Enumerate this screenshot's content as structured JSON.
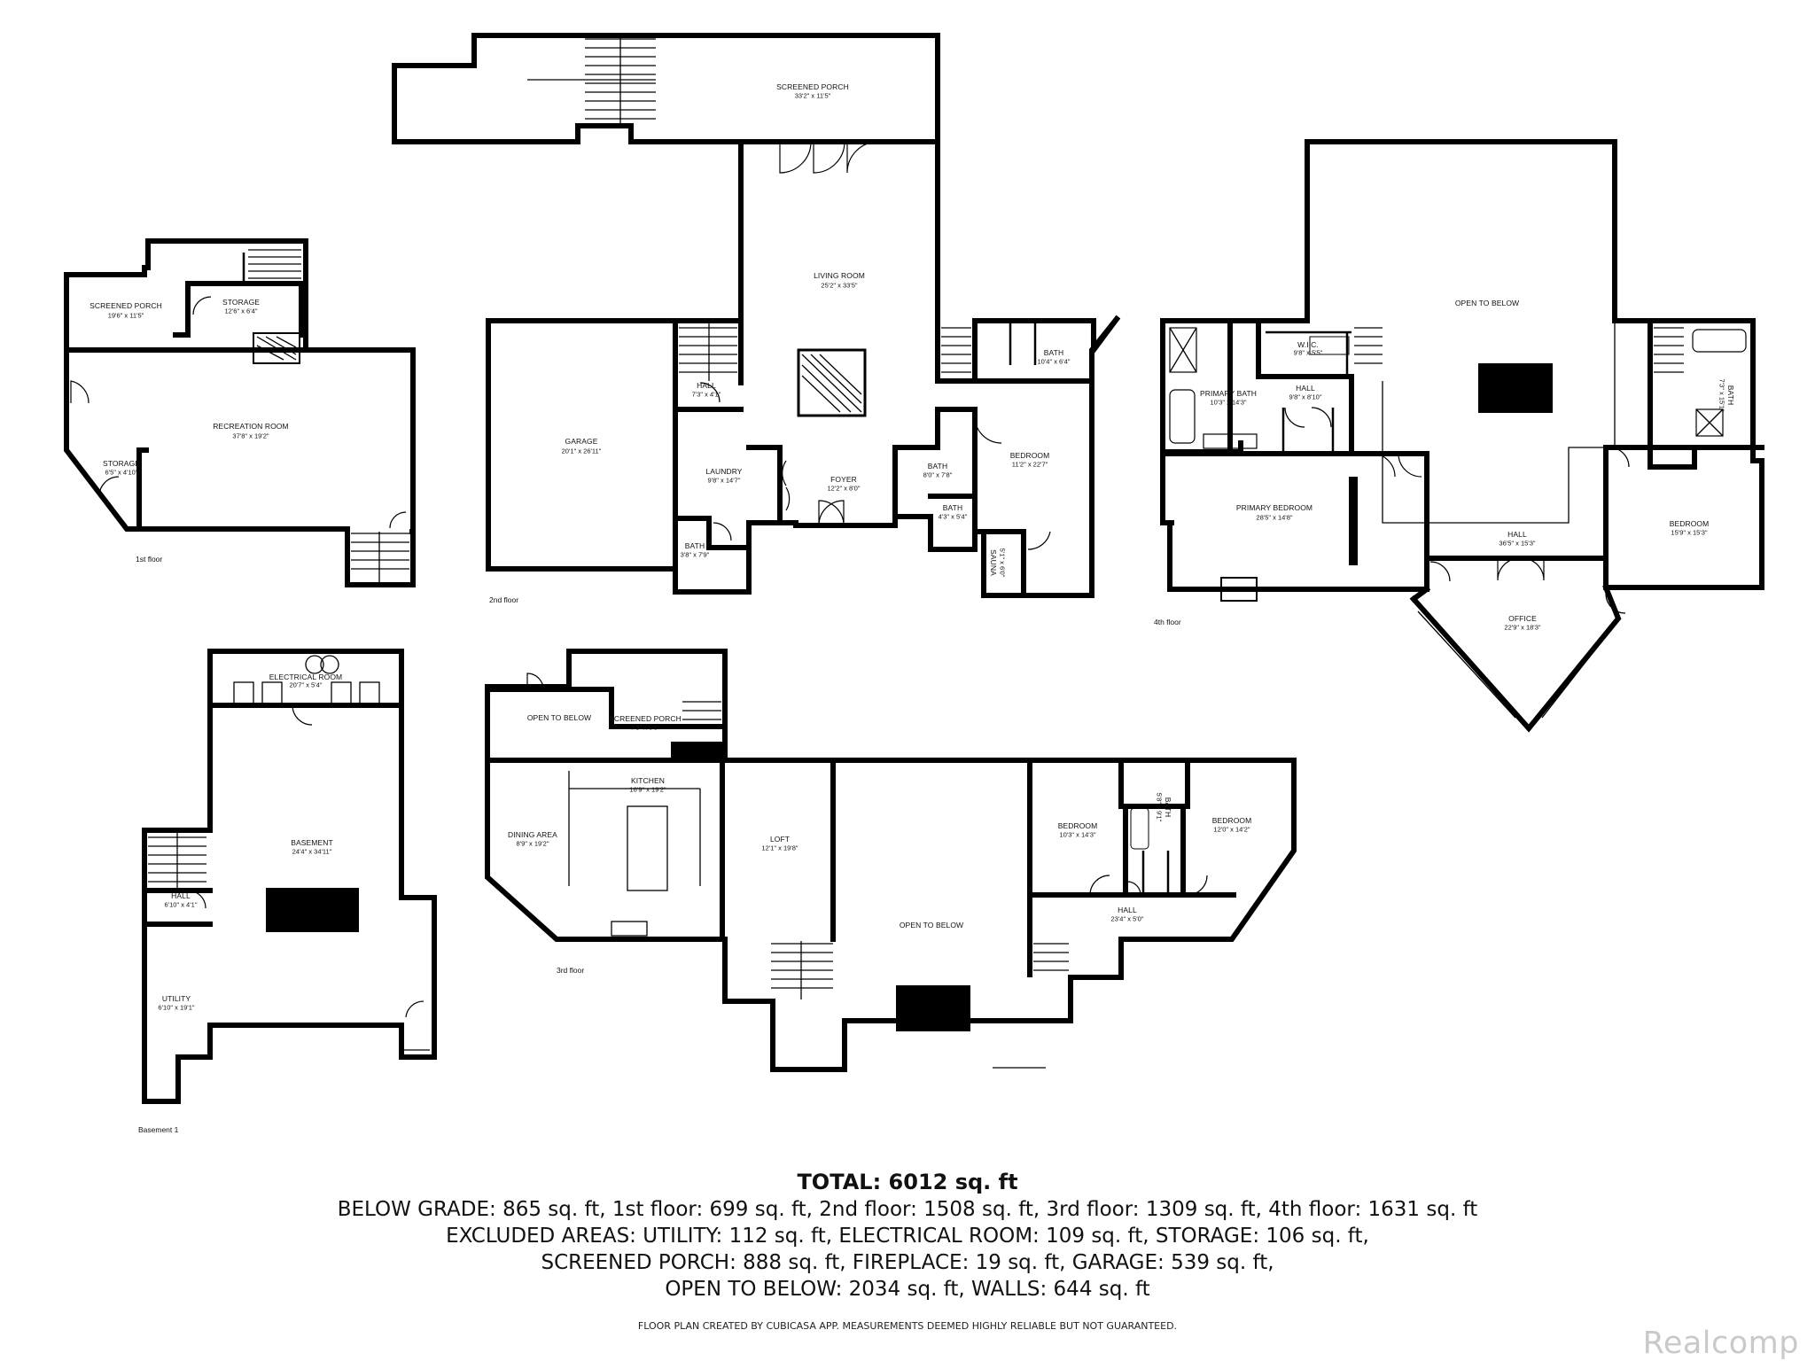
{
  "floors": {
    "first": "1st floor",
    "second": "2nd floor",
    "third": "3rd floor",
    "fourth": "4th floor",
    "basement": "Basement 1"
  },
  "rooms": {
    "screened_porch_top": {
      "name": "SCREENED PORCH",
      "dim": "33'2\" x 11'5\""
    },
    "screened_porch_1st": {
      "name": "SCREENED PORCH",
      "dim": "19'6\" x 11'5\""
    },
    "storage_1st_a": {
      "name": "STORAGE",
      "dim": "12'6\" x 6'4\""
    },
    "recreation_room": {
      "name": "RECREATION ROOM",
      "dim": "37'8\" x 19'2\""
    },
    "storage_1st_b": {
      "name": "STORAGE",
      "dim": "6'5\" x 4'10\""
    },
    "living_room": {
      "name": "LIVING ROOM",
      "dim": "25'2\" x 33'5\""
    },
    "garage": {
      "name": "GARAGE",
      "dim": "20'1\" x 26'11\""
    },
    "hall_2nd": {
      "name": "HALL",
      "dim": "7'3\" x 4'1\""
    },
    "laundry": {
      "name": "LAUNDRY",
      "dim": "9'8\" x 14'7\""
    },
    "bath_2nd_a": {
      "name": "BATH",
      "dim": "3'8\" x 7'9\""
    },
    "foyer": {
      "name": "FOYER",
      "dim": "12'2\" x 8'0\""
    },
    "bath_2nd_b": {
      "name": "BATH",
      "dim": "8'0\" x 7'8\""
    },
    "bath_2nd_c": {
      "name": "BATH",
      "dim": "4'3\" x 5'4\""
    },
    "bath_2nd_d": {
      "name": "BATH",
      "dim": "10'4\" x 6'4\""
    },
    "bedroom_2nd": {
      "name": "BEDROOM",
      "dim": "11'2\" x 22'7\""
    },
    "sauna": {
      "name": "SAUNA",
      "dim": "5'1\" x 6'0\""
    },
    "open_below_4th": {
      "name": "OPEN TO BELOW",
      "dim": ""
    },
    "wic": {
      "name": "W.I.C.",
      "dim": "9'8\" x 5'5\""
    },
    "hall_4th_a": {
      "name": "HALL",
      "dim": "9'8\" x 8'10\""
    },
    "primary_bath": {
      "name": "PRIMARY BATH",
      "dim": "10'3\" x 14'3\""
    },
    "bath_4th": {
      "name": "BATH",
      "dim": "7'3\" x 15'1\""
    },
    "primary_bedroom": {
      "name": "PRIMARY BEDROOM",
      "dim": "28'5\" x 14'8\""
    },
    "hall_4th_b": {
      "name": "HALL",
      "dim": "36'5\" x 15'3\""
    },
    "bedroom_4th": {
      "name": "BEDROOM",
      "dim": "15'9\" x 15'3\""
    },
    "office": {
      "name": "OFFICE",
      "dim": "22'9\" x 18'3\""
    },
    "electrical_room": {
      "name": "ELECTRICAL ROOM",
      "dim": "20'7\" x 5'4\""
    },
    "basement": {
      "name": "BASEMENT",
      "dim": "24'4\" x 34'11\""
    },
    "hall_basement": {
      "name": "HALL",
      "dim": "6'10\" x 4'1\""
    },
    "utility": {
      "name": "UTILITY",
      "dim": "6'10\" x 19'1\""
    },
    "open_below_3rd_a": {
      "name": "OPEN TO BELOW",
      "dim": ""
    },
    "screened_porch_3rd": {
      "name": "SCREENED PORCH",
      "dim": "7'3\" x 6'6\""
    },
    "kitchen": {
      "name": "KITCHEN",
      "dim": "16'9\" x 19'2\""
    },
    "dining_area": {
      "name": "DINING AREA",
      "dim": "8'9\" x 19'2\""
    },
    "loft": {
      "name": "LOFT",
      "dim": "12'1\" x 19'8\""
    },
    "open_below_3rd_b": {
      "name": "OPEN TO BELOW",
      "dim": ""
    },
    "bedroom_3rd_a": {
      "name": "BEDROOM",
      "dim": "10'3\" x 14'3\""
    },
    "bath_3rd": {
      "name": "BATH",
      "dim": "5'8\" x 9'1\""
    },
    "bedroom_3rd_b": {
      "name": "BEDROOM",
      "dim": "12'0\" x 14'2\""
    },
    "hall_3rd": {
      "name": "HALL",
      "dim": "23'4\" x 5'0\""
    }
  },
  "summary": {
    "total": "TOTAL: 6012 sq. ft",
    "line1": "BELOW GRADE: 865 sq. ft, 1st floor: 699 sq. ft, 2nd floor: 1508 sq. ft, 3rd floor: 1309 sq. ft, 4th floor: 1631 sq. ft",
    "line2": "EXCLUDED AREAS: UTILITY: 112 sq. ft, ELECTRICAL ROOM: 109 sq. ft, STORAGE: 106 sq. ft,",
    "line3": "SCREENED PORCH: 888 sq. ft, FIREPLACE: 19 sq. ft, GARAGE: 539 sq. ft,",
    "line4": "OPEN TO BELOW: 2034 sq. ft, WALLS: 644 sq. ft"
  },
  "disclaimer": "FLOOR PLAN CREATED BY CUBICASA APP. MEASUREMENTS DEEMED HIGHLY RELIABLE BUT NOT GUARANTEED.",
  "brand": "Realcomp"
}
